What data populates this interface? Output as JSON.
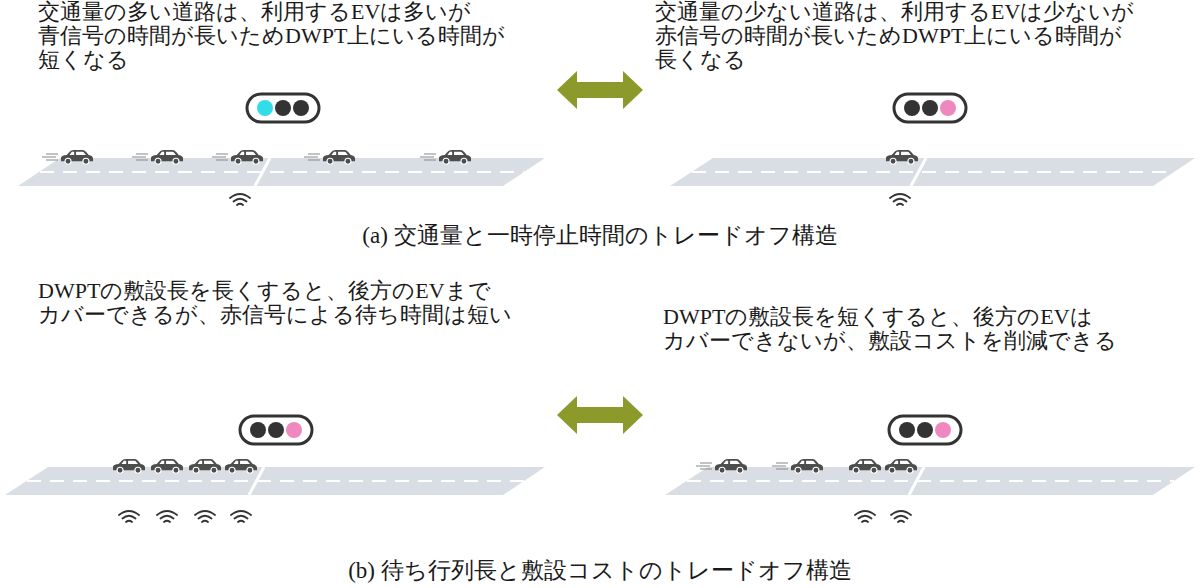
{
  "diagram": {
    "labels": [
      "交通量の多い道路は、利用するEVは多いが 青信号の時間が長いためDWPT上にいる時間が 短くなる",
      "交通量の少ない道路は、利用するEVは少ないが 赤信号の時間が長いためDWPT上にいる時間が 長くなる",
      "(a) 交通量と一時停止時間のトレードオフ構造",
      "DWPTの敷設長を長くすると、後方のEVまで カバーできるが、赤信号による待ち時間は短い",
      "DWPTの敷設長を短くすると、後方のEVは カバーできないが、敷設コストを削減できる",
      "(b) 待ち行列長と敷設コストのトレードオフ構造"
    ]
  }
}
